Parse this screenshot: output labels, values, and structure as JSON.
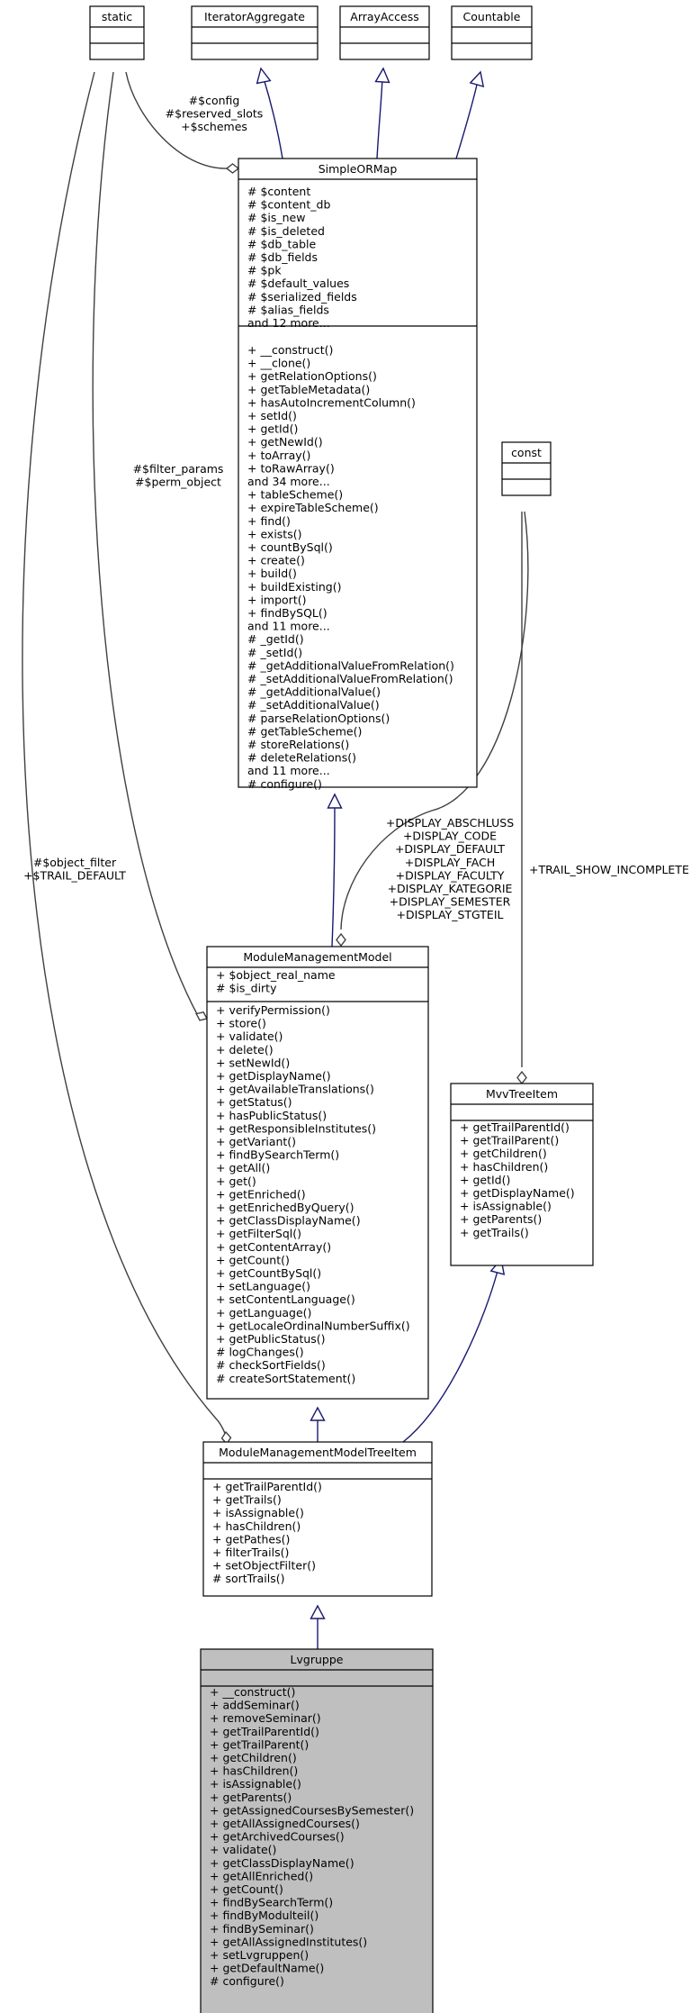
{
  "classes": {
    "static": {
      "name": "static",
      "attributes": [],
      "methods": []
    },
    "iterator_aggregate": {
      "name": "IteratorAggregate",
      "attributes": [],
      "methods": []
    },
    "array_access": {
      "name": "ArrayAccess",
      "attributes": [],
      "methods": []
    },
    "countable": {
      "name": "Countable",
      "attributes": [],
      "methods": []
    },
    "simple_orm_map": {
      "name": "SimpleORMap",
      "attributes": [
        "# $content",
        "# $content_db",
        "# $is_new",
        "# $is_deleted",
        "# $db_table",
        "# $db_fields",
        "# $pk",
        "# $default_values",
        "# $serialized_fields",
        "# $alias_fields",
        "and 12 more..."
      ],
      "methods": [
        "+ __construct()",
        "+ __clone()",
        "+ getRelationOptions()",
        "+ getTableMetadata()",
        "+ hasAutoIncrementColumn()",
        "+ setId()",
        "+ getId()",
        "+ getNewId()",
        "+ toArray()",
        "+ toRawArray()",
        "and 34 more...",
        "+ tableScheme()",
        "+ expireTableScheme()",
        "+ find()",
        "+ exists()",
        "+ countBySql()",
        "+ create()",
        "+ build()",
        "+ buildExisting()",
        "+ import()",
        "+ findBySQL()",
        "and 11 more...",
        "# _getId()",
        "# _setId()",
        "# _getAdditionalValueFromRelation()",
        "# _setAdditionalValueFromRelation()",
        "# _getAdditionalValue()",
        "# _setAdditionalValue()",
        "# parseRelationOptions()",
        "# getTableScheme()",
        "# storeRelations()",
        "# deleteRelations()",
        "and 11 more...",
        "# configure()"
      ]
    },
    "const": {
      "name": "const",
      "attributes": [],
      "methods": []
    },
    "module_management_model": {
      "name": "ModuleManagementModel",
      "attributes": [
        "+ $object_real_name",
        "# $is_dirty"
      ],
      "methods": [
        "+ verifyPermission()",
        "+ store()",
        "+ validate()",
        "+ delete()",
        "+ setNewId()",
        "+ getDisplayName()",
        "+ getAvailableTranslations()",
        "+ getStatus()",
        "+ hasPublicStatus()",
        "+ getResponsibleInstitutes()",
        "+ getVariant()",
        "+ findBySearchTerm()",
        "+ getAll()",
        "+ get()",
        "+ getEnriched()",
        "+ getEnrichedByQuery()",
        "+ getClassDisplayName()",
        "+ getFilterSql()",
        "+ getContentArray()",
        "+ getCount()",
        "+ getCountBySql()",
        "+ setLanguage()",
        "+ setContentLanguage()",
        "+ getLanguage()",
        "+ getLocaleOrdinalNumberSuffix()",
        "+ getPublicStatus()",
        "# logChanges()",
        "# checkSortFields()",
        "# createSortStatement()"
      ]
    },
    "mvv_tree_item": {
      "name": "MvvTreeItem",
      "attributes": [],
      "methods": [
        "+ getTrailParentId()",
        "+ getTrailParent()",
        "+ getChildren()",
        "+ hasChildren()",
        "+ getId()",
        "+ getDisplayName()",
        "+ isAssignable()",
        "+ getParents()",
        "+ getTrails()"
      ]
    },
    "mmm_tree_item": {
      "name": "ModuleManagementModelTreeItem",
      "attributes": [],
      "methods": [
        "+ getTrailParentId()",
        "+ getTrails()",
        "+ isAssignable()",
        "+ hasChildren()",
        "+ getPathes()",
        "+ filterTrails()",
        "+ setObjectFilter()",
        "# sortTrails()"
      ]
    },
    "lvgruppe": {
      "name": "Lvgruppe",
      "attributes": [],
      "methods": [
        "+ __construct()",
        "+ addSeminar()",
        "+ removeSeminar()",
        "+ getTrailParentId()",
        "+ getTrailParent()",
        "+ getChildren()",
        "+ hasChildren()",
        "+ isAssignable()",
        "+ getParents()",
        "+ getAssignedCoursesBySemester()",
        "+ getAllAssignedCourses()",
        "+ getArchivedCourses()",
        "+ validate()",
        "+ getClassDisplayName()",
        "+ getAllEnriched()",
        "+ getCount()",
        "+ findBySearchTerm()",
        "+ findByModulteil()",
        "+ findBySeminar()",
        "+ getAllAssignedInstitutes()",
        "+ setLvgruppen()",
        "+ getDefaultName()",
        "# configure()"
      ]
    }
  },
  "edge_labels": {
    "static_to_simple_orm_map": [
      "#$config",
      "#$reserved_slots",
      "+$schemes"
    ],
    "static_to_module_management_model": [
      "#$filter_params",
      "#$perm_object"
    ],
    "static_to_mmm_tree_item": [
      "#$object_filter",
      "+$TRAIL_DEFAULT"
    ],
    "const_to_module_management_model": [
      "+DISPLAY_ABSCHLUSS",
      "+DISPLAY_CODE",
      "+DISPLAY_DEFAULT",
      "+DISPLAY_FACH",
      "+DISPLAY_FACULTY",
      "+DISPLAY_KATEGORIE",
      "+DISPLAY_SEMESTER",
      "+DISPLAY_STGTEIL"
    ],
    "const_to_mvv_tree_item": [
      "+TRAIL_SHOW_INCOMPLETE"
    ]
  },
  "colors": {
    "inheritance_edge": "#191970",
    "association_edge": "#404040",
    "focus_class_fill": "#bfbfbf",
    "class_fill": "#ffffff"
  }
}
